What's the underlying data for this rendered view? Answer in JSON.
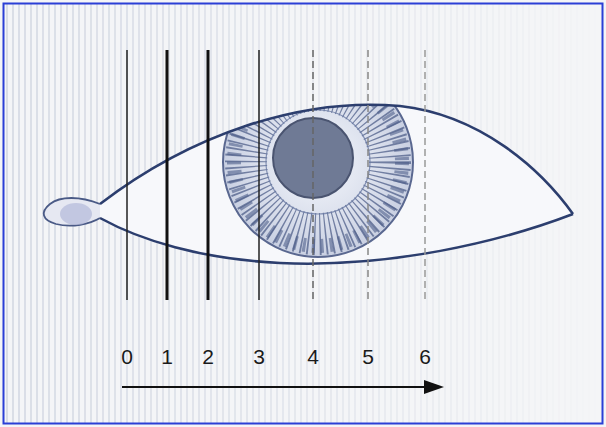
{
  "diagram": {
    "labels": [
      "0",
      "1",
      "2",
      "3",
      "4",
      "5",
      "6"
    ]
  }
}
